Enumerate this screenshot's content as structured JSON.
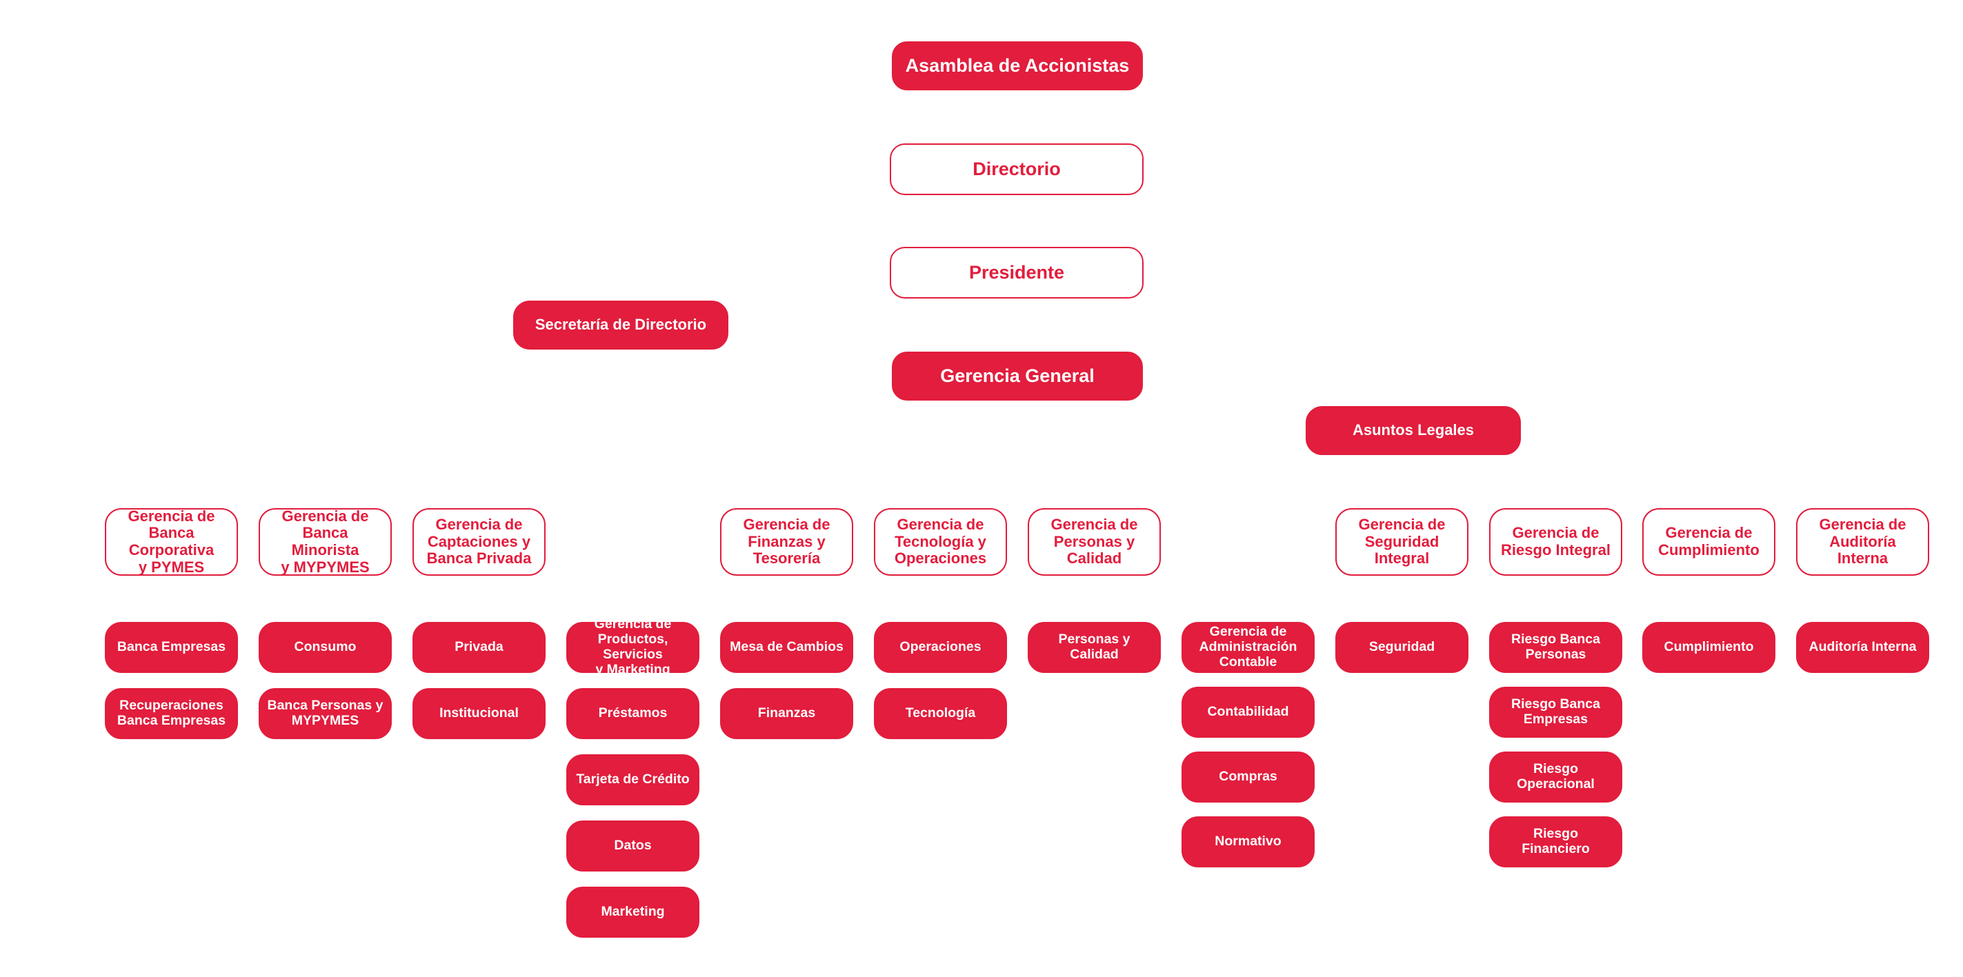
{
  "colors": {
    "accent": "#e21d3d",
    "background": "#ffffff"
  },
  "top": {
    "asamblea": "Asamblea de Accionistas",
    "directorio": "Directorio",
    "presidente": "Presidente",
    "secretaria": "Secretaría de Directorio",
    "gerencia_general": "Gerencia General",
    "asuntos_legales": "Asuntos Legales"
  },
  "gerencias": [
    {
      "title": "Gerencia de\nBanca Corporativa\ny PYMES",
      "units": [
        "Banca Empresas",
        "Recuperaciones\nBanca Empresas"
      ]
    },
    {
      "title": "Gerencia de\nBanca Minorista\ny MYPYMES",
      "units": [
        "Consumo",
        "Banca Personas y\nMYPYMES"
      ]
    },
    {
      "title": "Gerencia de\nCaptaciones y\nBanca Privada",
      "units": [
        "Privada",
        "Institucional"
      ]
    },
    {
      "title": "",
      "units": [
        "Gerencia de\nProductos, Servicios\ny Marketing",
        "Préstamos",
        "Tarjeta de Crédito",
        "Datos",
        "Marketing"
      ]
    },
    {
      "title": "Gerencia de\nFinanzas y\nTesorería",
      "units": [
        "Mesa de Cambios",
        "Finanzas"
      ]
    },
    {
      "title": "Gerencia de\nTecnología y\nOperaciones",
      "units": [
        "Operaciones",
        "Tecnología"
      ]
    },
    {
      "title": "Gerencia de\nPersonas y\nCalidad",
      "units": [
        "Personas y Calidad"
      ]
    },
    {
      "title": "",
      "units": [
        "Gerencia de\nAdministración\nContable",
        "Contabilidad",
        "Compras",
        "Normativo"
      ]
    },
    {
      "title": "Gerencia de\nSeguridad\nIntegral",
      "units": [
        "Seguridad"
      ]
    },
    {
      "title": "Gerencia de\nRiesgo Integral",
      "units": [
        "Riesgo Banca\nPersonas",
        "Riesgo Banca\nEmpresas",
        "Riesgo Operacional",
        "Riesgo Financiero"
      ]
    },
    {
      "title": "Gerencia de\nCumplimiento",
      "units": [
        "Cumplimiento"
      ]
    },
    {
      "title": "Gerencia de\nAuditoría Interna",
      "units": [
        "Auditoría Interna"
      ]
    }
  ]
}
